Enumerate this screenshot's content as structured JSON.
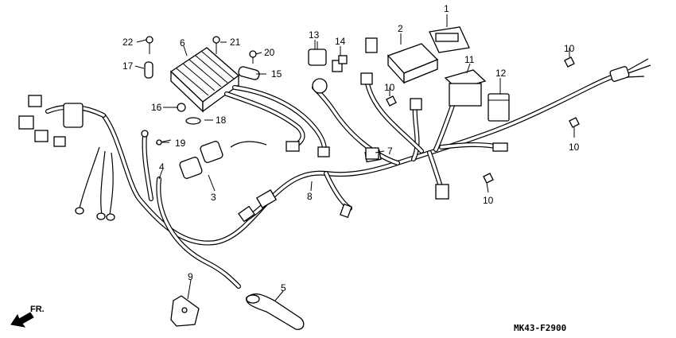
{
  "diagram": {
    "code": "MK43-F2900",
    "direction_label": "FR.",
    "callouts": [
      "1",
      "2",
      "3",
      "4",
      "5",
      "6",
      "7",
      "8",
      "9",
      "10",
      "10",
      "10",
      "10",
      "11",
      "12",
      "13",
      "14",
      "15",
      "16",
      "17",
      "18",
      "19",
      "20",
      "21",
      "22"
    ]
  }
}
